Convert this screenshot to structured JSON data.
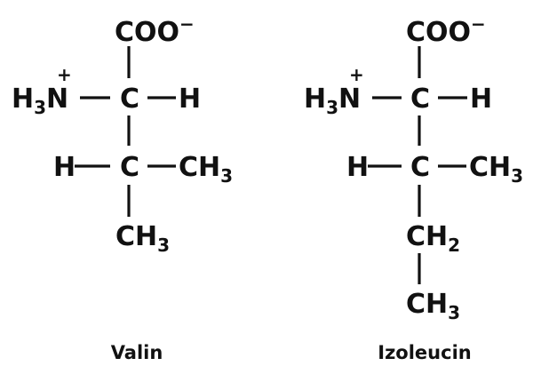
{
  "molecules": [
    {
      "name": "Valin",
      "groups": {
        "carboxyl": {
          "main": "COO",
          "charge": "−"
        },
        "amino": {
          "h": "H",
          "sub": "3",
          "n": "N",
          "charge": "+"
        },
        "alpha_c": "C",
        "alpha_h": "H",
        "side_h": "H",
        "side_c": "C",
        "side_right": {
          "main": "CH",
          "sub": "3"
        },
        "side_bottom": {
          "main": "CH",
          "sub": "3"
        }
      }
    },
    {
      "name": "Izoleucin",
      "groups": {
        "carboxyl": {
          "main": "COO",
          "charge": "−"
        },
        "amino": {
          "h": "H",
          "sub": "3",
          "n": "N",
          "charge": "+"
        },
        "alpha_c": "C",
        "alpha_h": "H",
        "side_h": "H",
        "side_c": "C",
        "side_right": {
          "main": "CH",
          "sub": "3"
        },
        "side_bottom": {
          "main": "CH",
          "sub": "2"
        },
        "terminal": {
          "main": "CH",
          "sub": "3"
        }
      }
    }
  ]
}
